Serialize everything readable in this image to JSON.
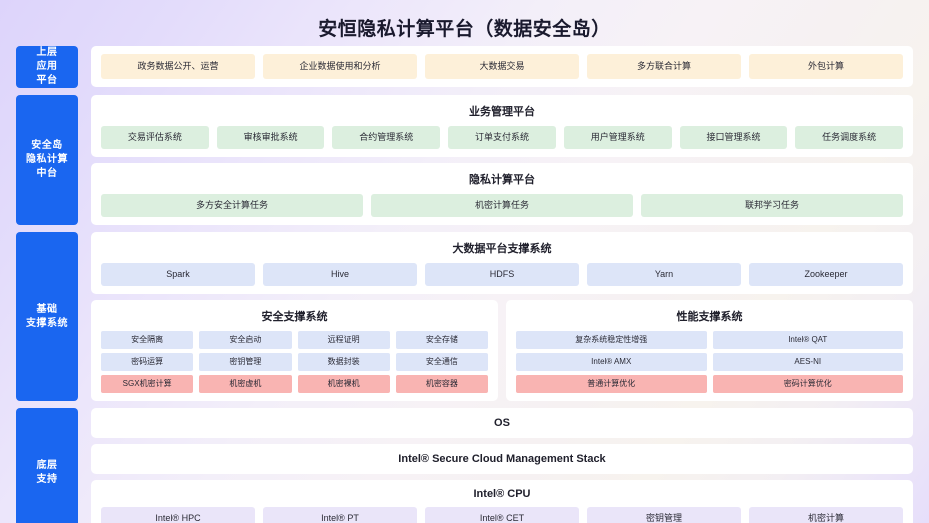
{
  "header": {
    "title": "安恒隐私计算平台（数据安全岛）"
  },
  "bands": {
    "application": {
      "side_label": "上层\n应用\n平台",
      "side_label_lines": [
        "上层",
        "应用",
        "平台"
      ],
      "cells": [
        "政务数据公开、运营",
        "企业数据使用和分析",
        "大数据交易",
        "多方联合计算",
        "外包计算"
      ]
    },
    "midplatform": {
      "side_label_lines": [
        "安全岛",
        "隐私计算",
        "中台"
      ],
      "business": {
        "title": "业务管理平台",
        "cells": [
          "交易评估系统",
          "审核审批系统",
          "合约管理系统",
          "订单支付系统",
          "用户管理系统",
          "接口管理系统",
          "任务调度系统"
        ]
      },
      "privacy": {
        "title": "隐私计算平台",
        "cells": [
          "多方安全计算任务",
          "机密计算任务",
          "联邦学习任务"
        ]
      }
    },
    "foundation": {
      "side_label_lines": [
        "基础",
        "支撑系统"
      ],
      "bigdata": {
        "title": "大数据平台支撑系统",
        "cells": [
          "Spark",
          "Hive",
          "HDFS",
          "Yarn",
          "Zookeeper"
        ]
      },
      "security": {
        "title": "安全支撑系统",
        "rows": [
          {
            "color": "blue",
            "cells": [
              "安全隔离",
              "安全启动",
              "远程证明",
              "安全存储"
            ]
          },
          {
            "color": "blue",
            "cells": [
              "密码运算",
              "密钥管理",
              "数据封装",
              "安全通信"
            ]
          },
          {
            "color": "red",
            "cells": [
              "SGX机密计算",
              "机密虚机",
              "机密裸机",
              "机密容器"
            ]
          }
        ]
      },
      "performance": {
        "title": "性能支撑系统",
        "rows": [
          {
            "color": "blue",
            "cells": [
              "复杂系统稳定性增强",
              "Intel® QAT"
            ]
          },
          {
            "color": "blue",
            "cells": [
              "Intel® AMX",
              "AES-NI"
            ]
          },
          {
            "color": "red",
            "cells": [
              "普通计算优化",
              "密码计算优化"
            ]
          }
        ]
      }
    },
    "bottom": {
      "side_label_lines": [
        "底层",
        "支持"
      ],
      "os": "OS",
      "stack": "Intel® Secure Cloud Management Stack",
      "cpu": {
        "title": "Intel® CPU",
        "cells": [
          "Intel® HPC",
          "Intel® PT",
          "Intel® CET",
          "密钥管理",
          "机密计算"
        ]
      }
    }
  },
  "colors": {
    "sidebar_blue": "#1a66f0",
    "cream": "#fdf0d9",
    "green": "#dcefdf",
    "blue": "#dde5f8",
    "red": "#f9b4b2",
    "lavender": "#eae5f9",
    "panel_white": "#ffffff"
  }
}
